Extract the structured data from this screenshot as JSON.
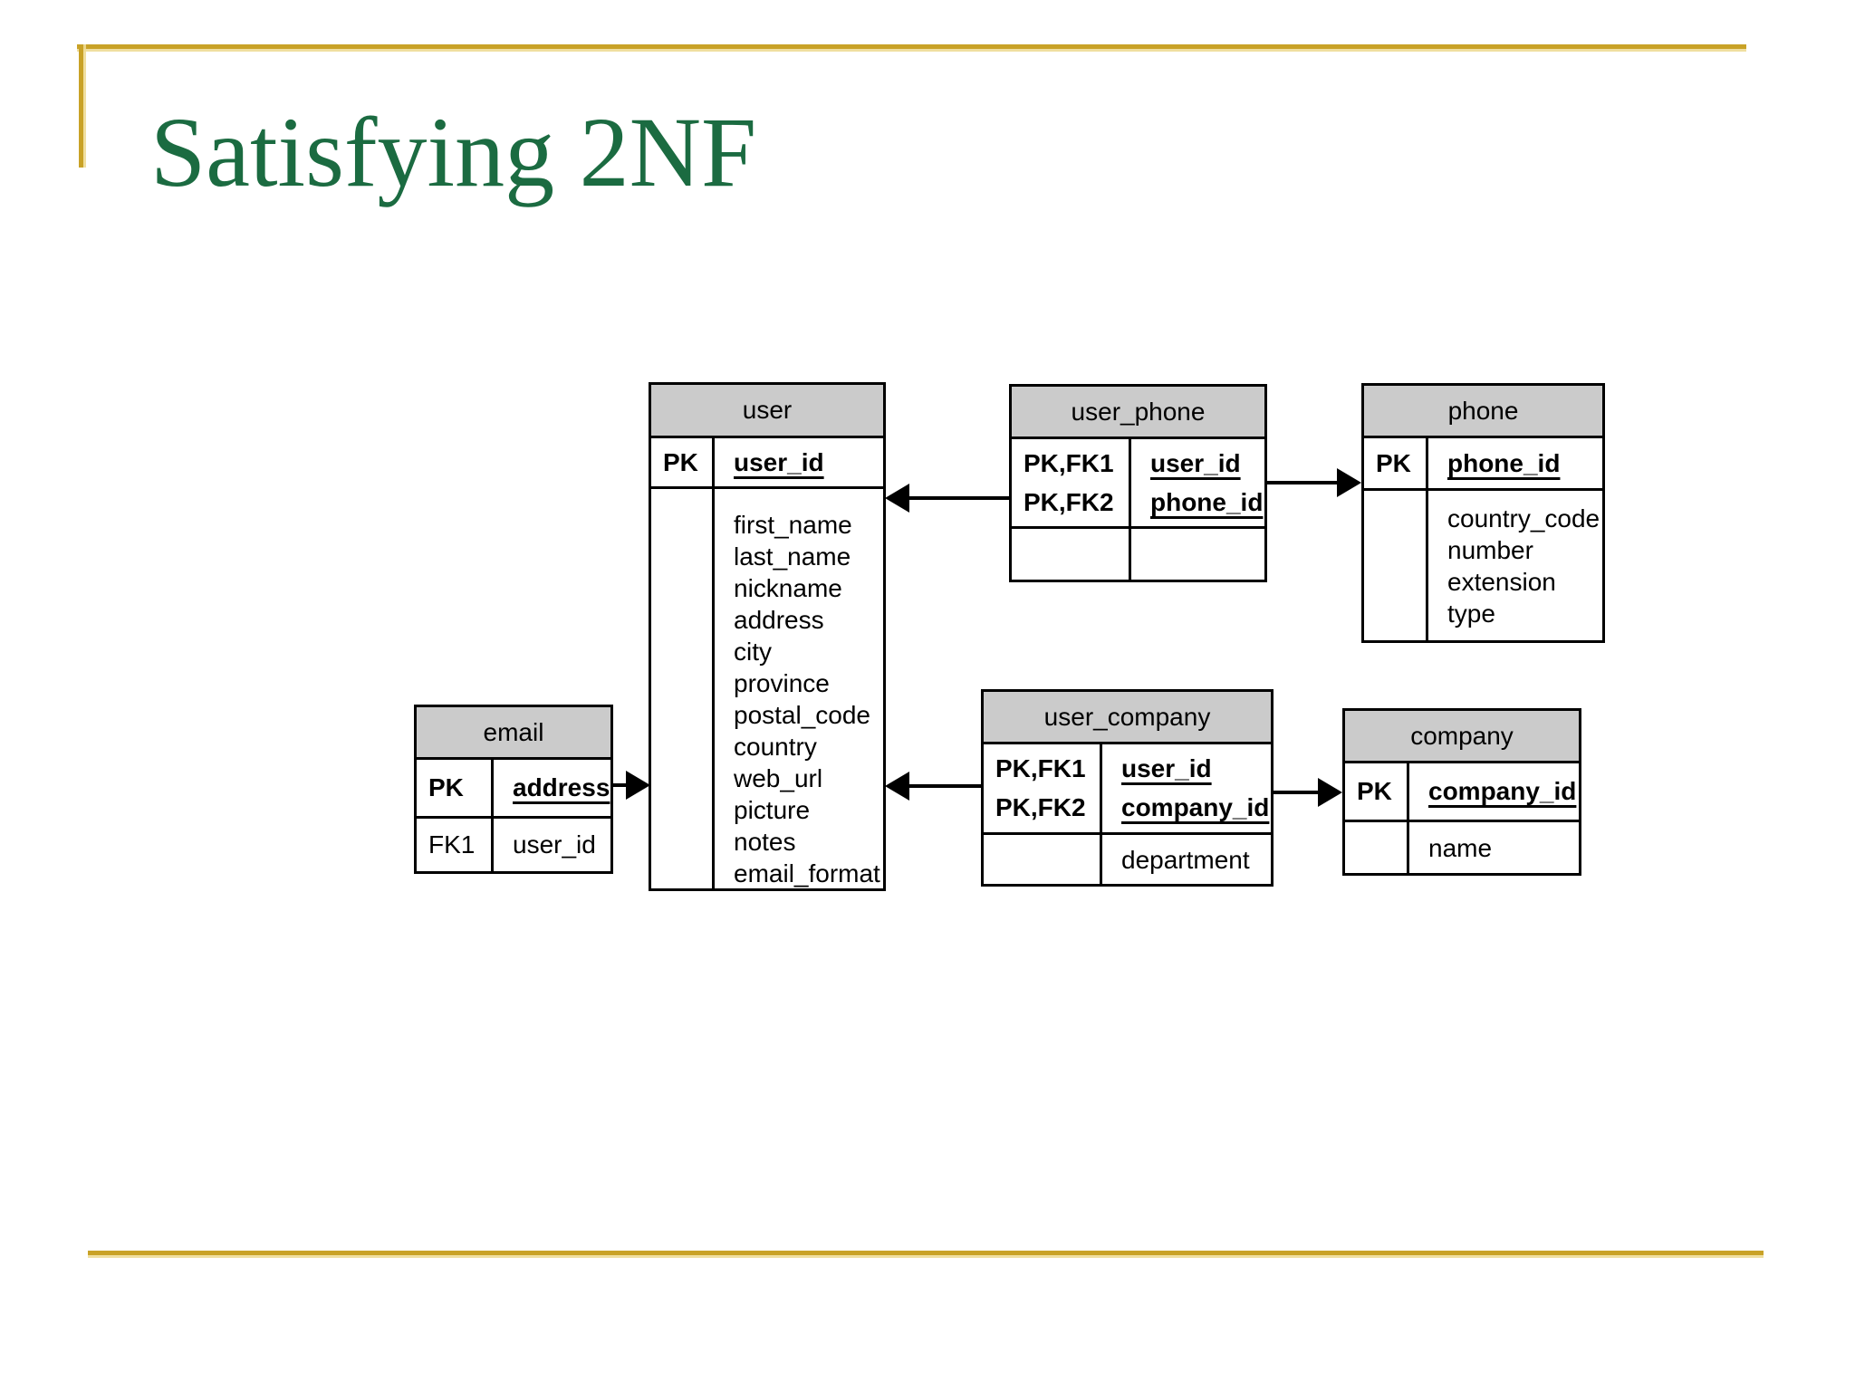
{
  "slide": {
    "title": "Satisfying 2NF"
  },
  "colors": {
    "title_green": "#1B6B41",
    "accent_gold": "#C9A227",
    "table_header_gray": "#CBCBCB",
    "line_black": "#000000"
  },
  "tables": {
    "user": {
      "title": "user",
      "key_rows": [
        {
          "key": "PK",
          "field": "user_id"
        }
      ],
      "attributes": [
        "first_name",
        "last_name",
        "nickname",
        "address",
        "city",
        "province",
        "postal_code",
        "country",
        "web_url",
        "picture",
        "notes",
        "email_format"
      ]
    },
    "user_phone": {
      "title": "user_phone",
      "key_rows": [
        {
          "key": "PK,FK1",
          "field": "user_id"
        },
        {
          "key": "PK,FK2",
          "field": "phone_id"
        }
      ],
      "attributes": []
    },
    "phone": {
      "title": "phone",
      "key_rows": [
        {
          "key": "PK",
          "field": "phone_id"
        }
      ],
      "attributes": [
        "country_code",
        "number",
        "extension",
        "type"
      ]
    },
    "email": {
      "title": "email",
      "key_rows": [
        {
          "key": "PK",
          "field": "address"
        }
      ],
      "fk_rows": [
        {
          "key": "FK1",
          "field": "user_id"
        }
      ]
    },
    "user_company": {
      "title": "user_company",
      "key_rows": [
        {
          "key": "PK,FK1",
          "field": "user_id"
        },
        {
          "key": "PK,FK2",
          "field": "company_id"
        }
      ],
      "attributes": [
        "department"
      ]
    },
    "company": {
      "title": "company",
      "key_rows": [
        {
          "key": "PK",
          "field": "company_id"
        }
      ],
      "attributes": [
        "name"
      ]
    }
  },
  "relationships": [
    {
      "from": "user_phone",
      "to": "user"
    },
    {
      "from": "user_phone",
      "to": "phone"
    },
    {
      "from": "email",
      "to": "user"
    },
    {
      "from": "user_company",
      "to": "user"
    },
    {
      "from": "user_company",
      "to": "company"
    }
  ]
}
